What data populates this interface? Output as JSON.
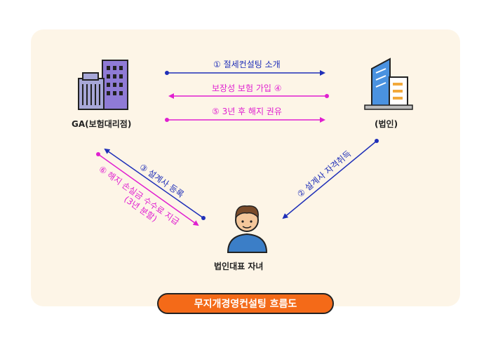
{
  "nodes": {
    "ga": "GA(보험대리점)",
    "corp": "(법인)",
    "child": "법인대표 자녀"
  },
  "arrows": {
    "a1": "① 절세컨설팅 소개",
    "a4": "보장성 보험 가입 ④",
    "a5": "⑤ 3년 후 해지 권유",
    "a3": "③ 설계사 등록",
    "a6_line1": "⑥ 해지 손실금 수수료 지급",
    "a6_line2": "(3년 분할)",
    "a2": "② 설계사 자격취득"
  },
  "title": "무지개경영컨설팅 흐름도",
  "colors": {
    "blue": "#1f2fb8",
    "pink": "#e01fd0",
    "accent": "#f46a18",
    "panel": "#fdf5e7"
  },
  "icons": [
    "ga-building-icon",
    "corporate-building-icon",
    "person-icon"
  ]
}
